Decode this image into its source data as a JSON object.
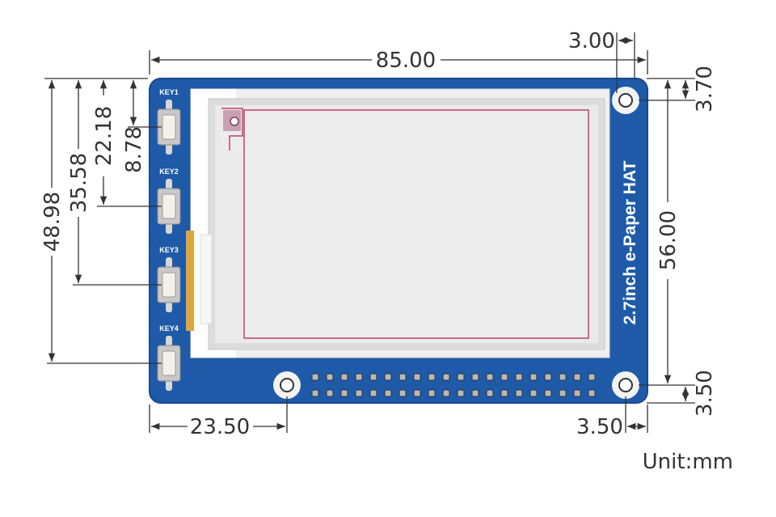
{
  "board": {
    "title": "2.7inch e-Paper HAT",
    "keys": [
      "KEY1",
      "KEY2",
      "KEY3",
      "KEY4"
    ],
    "colors": {
      "pcb": "#1e5aa8",
      "pcb_edge": "#174a8f",
      "panel_frame": "#e8e8e8",
      "panel_border": "#cfcfcf",
      "display": "#efefef",
      "display_trace": "#c0406a",
      "header_pin": "#b0b0b0"
    }
  },
  "dimensions": {
    "width": "85.00",
    "hole_inset_top": "3.00",
    "hole_inset_right_top": "3.70",
    "hole_spacing_vertical": "56.00",
    "hole_inset_right_bottom": "3.50",
    "hole_inset_bottom": "3.50",
    "left_hole_offset": "23.50",
    "key1": "8.78",
    "key2": "22.18",
    "key3": "35.58",
    "key4": "48.98"
  },
  "unit_label": "Unit:mm"
}
